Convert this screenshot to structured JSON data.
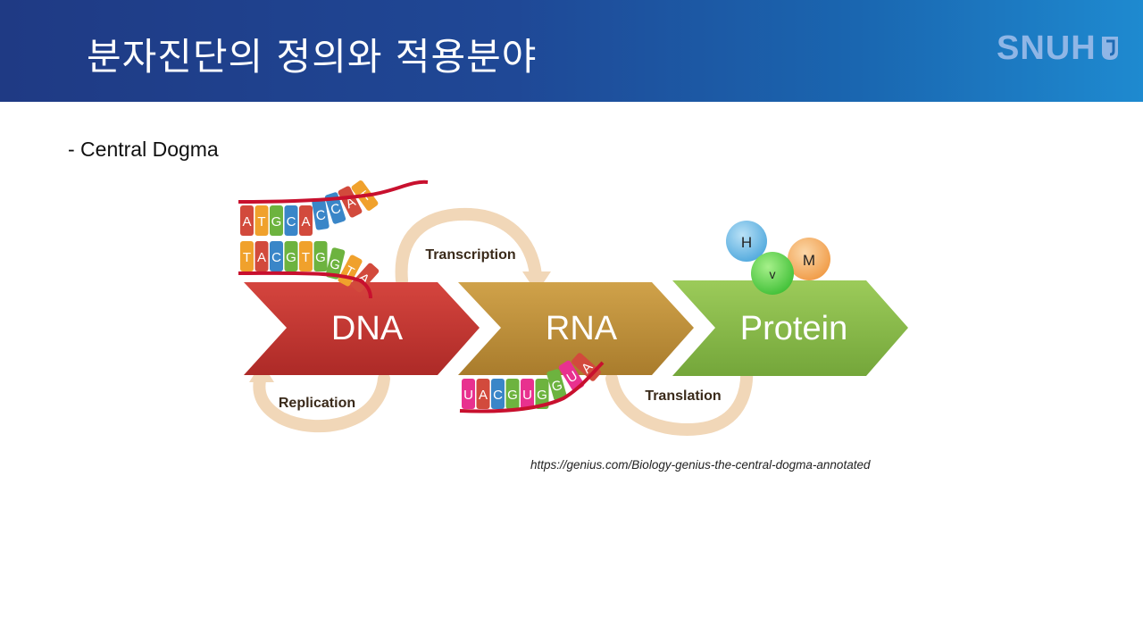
{
  "slide": {
    "title": "분자진단의 정의와 적용분야",
    "logo_text": "SNUH",
    "bullet": "- Central Dogma",
    "source_url": "https://genius.com/Biology-genius-the-central-dogma-annotated"
  },
  "diagram": {
    "stages": [
      "DNA",
      "RNA",
      "Protein"
    ],
    "processes": [
      "Transcription",
      "Replication",
      "Translation"
    ],
    "dna_top_strand": [
      "A",
      "T",
      "G",
      "C",
      "A",
      "C",
      "C",
      "A",
      "T"
    ],
    "dna_bottom_strand": [
      "T",
      "A",
      "C",
      "G",
      "T",
      "G",
      "G",
      "T",
      "A"
    ],
    "rna_strand": [
      "U",
      "A",
      "C",
      "G",
      "U",
      "G",
      "G",
      "U",
      "A"
    ],
    "protein_residues": [
      "H",
      "V",
      "M"
    ],
    "colors": {
      "dna_arrow": "#c63a34",
      "rna_arrow": "#c2943a",
      "protein_arrow": "#8cc04a",
      "cycle_arrow": "#f1d7b8",
      "backbone": "#c8102e"
    }
  }
}
